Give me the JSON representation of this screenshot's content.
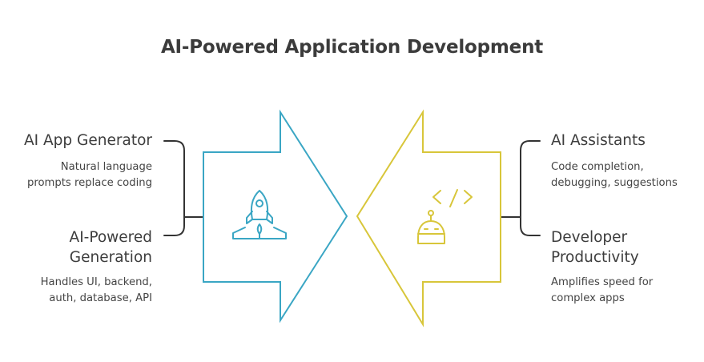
{
  "title": "AI-Powered Application Development",
  "left": {
    "items": [
      {
        "heading": "AI App Generator",
        "description": "Natural language prompts replace coding"
      },
      {
        "heading": "AI-Powered Generation",
        "description": "Handles UI, backend, auth, database, API"
      }
    ],
    "color": "#3aa6c4",
    "icon": "rocket-icon"
  },
  "right": {
    "items": [
      {
        "heading": "AI Assistants",
        "description": "Code completion, debugging, suggestions"
      },
      {
        "heading": "Developer Productivity",
        "description": "Amplifies speed for complex apps"
      }
    ],
    "color": "#d8c63a",
    "icon": "robot-code-icon"
  },
  "bracket_color": "#333333"
}
